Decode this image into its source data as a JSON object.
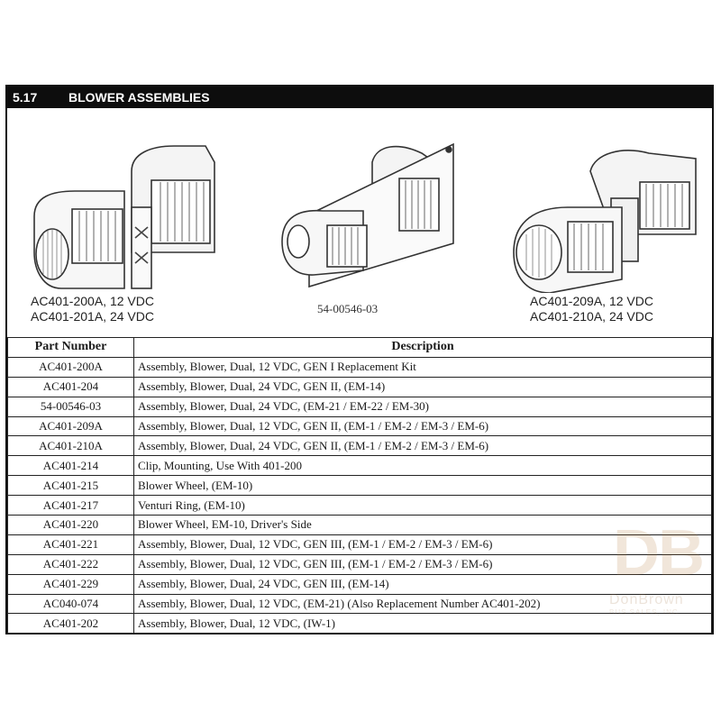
{
  "section": {
    "number": "5.17",
    "title": "BLOWER ASSEMBLIES"
  },
  "figures": [
    {
      "caption_lines": [
        "AC401-200A, 12 VDC",
        "AC401-201A, 24 VDC"
      ]
    },
    {
      "caption_lines": [
        "54-00546-03"
      ]
    },
    {
      "caption_lines": [
        "AC401-209A, 12 VDC",
        "AC401-210A, 24 VDC"
      ]
    }
  ],
  "table": {
    "headers": [
      "Part Number",
      "Description"
    ],
    "rows": [
      [
        "AC401-200A",
        "Assembly, Blower, Dual, 12 VDC, GEN I Replacement Kit"
      ],
      [
        "AC401-204",
        "Assembly, Blower, Dual, 24 VDC, GEN II, (EM-14)"
      ],
      [
        "54-00546-03",
        "Assembly, Blower, Dual, 24 VDC, (EM-21 / EM-22 / EM-30)"
      ],
      [
        "AC401-209A",
        "Assembly, Blower, Dual, 12 VDC, GEN II, (EM-1 / EM-2 / EM-3 / EM-6)"
      ],
      [
        "AC401-210A",
        "Assembly, Blower, Dual, 24 VDC, GEN II, (EM-1 / EM-2 / EM-3 / EM-6)"
      ],
      [
        "AC401-214",
        "Clip, Mounting, Use With 401-200"
      ],
      [
        "AC401-215",
        "Blower Wheel, (EM-10)"
      ],
      [
        "AC401-217",
        "Venturi Ring, (EM-10)"
      ],
      [
        "AC401-220",
        "Blower Wheel, EM-10, Driver's Side"
      ],
      [
        "AC401-221",
        "Assembly, Blower, Dual, 12 VDC, GEN III, (EM-1 / EM-2 / EM-3 / EM-6)"
      ],
      [
        "AC401-222",
        "Assembly, Blower, Dual, 12 VDC, GEN III, (EM-1 / EM-2 / EM-3 / EM-6)"
      ],
      [
        "AC401-229",
        "Assembly, Blower, Dual, 24 VDC, GEN III, (EM-14)"
      ],
      [
        "AC040-074",
        "Assembly, Blower, Dual, 12 VDC, (EM-21) (Also Replacement Number AC401-202)"
      ],
      [
        "AC401-202",
        "Assembly, Blower, Dual, 12 VDC, (IW-1)"
      ]
    ]
  },
  "watermark": {
    "text": "DonBrown",
    "subtext": "BUS SALES, INC.",
    "icon": "db-logo-icon"
  }
}
